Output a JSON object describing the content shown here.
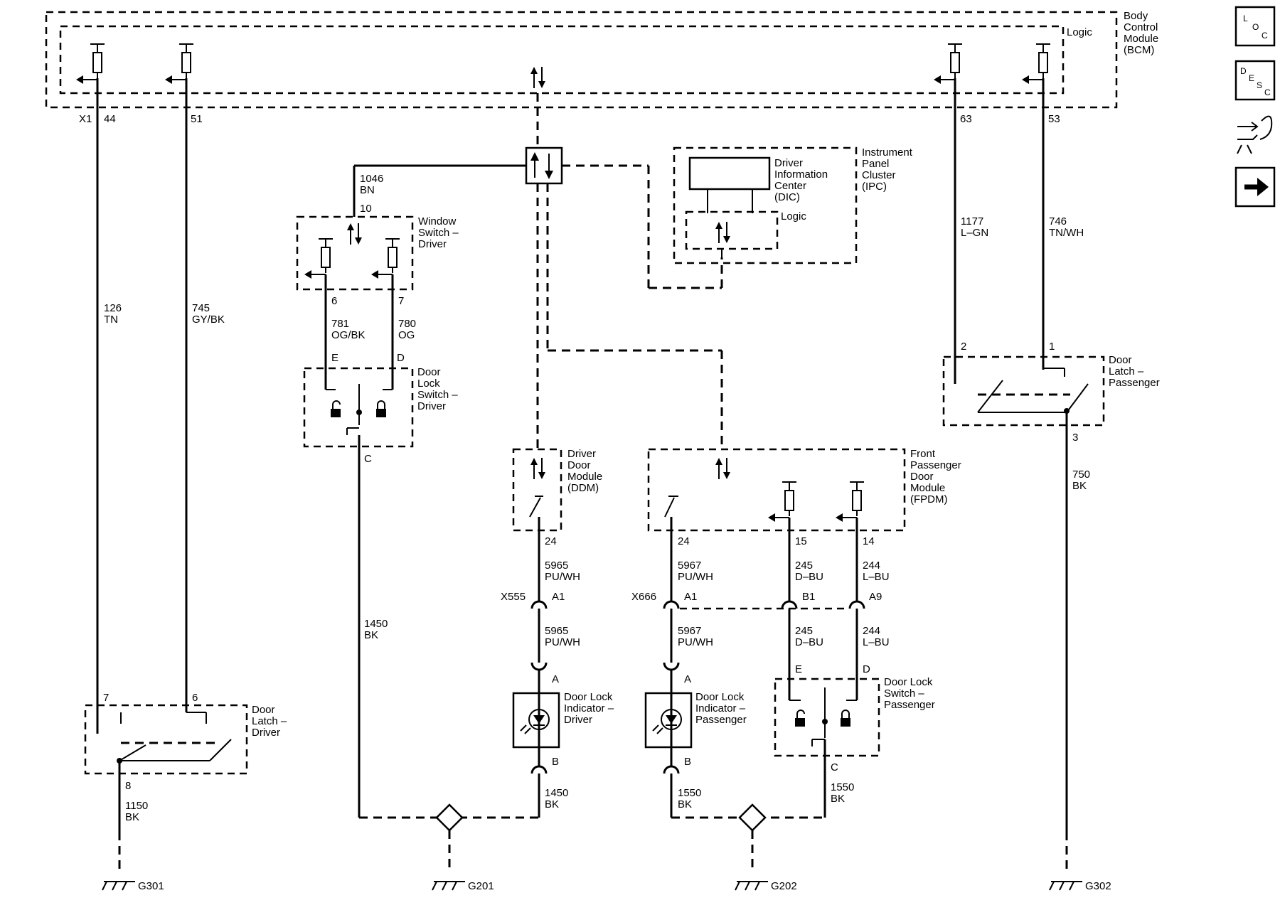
{
  "modules": {
    "bcm": [
      "Body",
      "Control",
      "Module",
      "(BCM)"
    ],
    "bcm_logic": "Logic",
    "ipc": [
      "Instrument",
      "Panel",
      "Cluster",
      "(IPC)"
    ],
    "dic": [
      "Driver",
      "Information",
      "Center",
      "(DIC)"
    ],
    "ipc_logic": "Logic",
    "window_switch": [
      "Window",
      "Switch –",
      "Driver"
    ],
    "door_lock_switch_driver": [
      "Door",
      "Lock",
      "Switch –",
      "Driver"
    ],
    "ddm": [
      "Driver",
      "Door",
      "Module",
      "(DDM)"
    ],
    "fpdm": [
      "Front",
      "Passenger",
      "Door",
      "Module",
      "(FPDM)"
    ],
    "door_latch_passenger": [
      "Door",
      "Latch –",
      "Passenger"
    ],
    "door_latch_driver": [
      "Door",
      "Latch –",
      "Driver"
    ],
    "indicator_driver": [
      "Door Lock",
      "Indicator –",
      "Driver"
    ],
    "indicator_passenger": [
      "Door Lock",
      "Indicator –",
      "Passenger"
    ],
    "door_lock_switch_passenger": [
      "Door Lock",
      "Switch –",
      "Passenger"
    ]
  },
  "connectors": {
    "x1": "X1",
    "x555": "X555",
    "x666": "X666"
  },
  "pins": {
    "bcm_44": "44",
    "bcm_51": "51",
    "bcm_63": "63",
    "bcm_53": "53",
    "ws_10": "10",
    "ws_6": "6",
    "ws_7": "7",
    "dls_e": "E",
    "dls_d": "D",
    "dls_c": "C",
    "ddm_24": "24",
    "x555_a1": "A1",
    "ind_d_a": "A",
    "ind_d_b": "B",
    "fpdm_24": "24",
    "fpdm_15": "15",
    "fpdm_14": "14",
    "x666_a1": "A1",
    "x666_b1": "B1",
    "x666_a9": "A9",
    "ind_p_a": "A",
    "ind_p_b": "B",
    "dlsp_e": "E",
    "dlsp_d": "D",
    "dlsp_c": "C",
    "dlp_2": "2",
    "dlp_1": "1",
    "dlp_3": "3",
    "dld_7": "7",
    "dld_6": "6",
    "dld_8": "8"
  },
  "wires": {
    "w126": [
      "126",
      "TN"
    ],
    "w745": [
      "745",
      "GY/BK"
    ],
    "w1046": [
      "1046",
      "BN"
    ],
    "w781": [
      "781",
      "OG/BK"
    ],
    "w780": [
      "780",
      "OG"
    ],
    "w1177": [
      "1177",
      "L–GN"
    ],
    "w746": [
      "746",
      "TN/WH"
    ],
    "w750": [
      "750",
      "BK"
    ],
    "w1450a": [
      "1450",
      "BK"
    ],
    "w5965a": [
      "5965",
      "PU/WH"
    ],
    "w5965b": [
      "5965",
      "PU/WH"
    ],
    "w1450b": [
      "1450",
      "BK"
    ],
    "w5967a": [
      "5967",
      "PU/WH"
    ],
    "w5967b": [
      "5967",
      "PU/WH"
    ],
    "w245a": [
      "245",
      "D–BU"
    ],
    "w245b": [
      "245",
      "D–BU"
    ],
    "w244a": [
      "244",
      "L–BU"
    ],
    "w244b": [
      "244",
      "L–BU"
    ],
    "w1550a": [
      "1550",
      "BK"
    ],
    "w1550b": [
      "1550",
      "BK"
    ],
    "w1150": [
      "1150",
      "BK"
    ]
  },
  "grounds": {
    "g301": "G301",
    "g201": "G201",
    "g202": "G202",
    "g302": "G302"
  },
  "side_icons": {
    "loc": [
      "L",
      "O",
      "C"
    ],
    "desc": [
      "D",
      "E",
      "S",
      "C"
    ],
    "schematic_icon": "connector-tool-icon",
    "next_icon": "arrow-right-icon"
  }
}
